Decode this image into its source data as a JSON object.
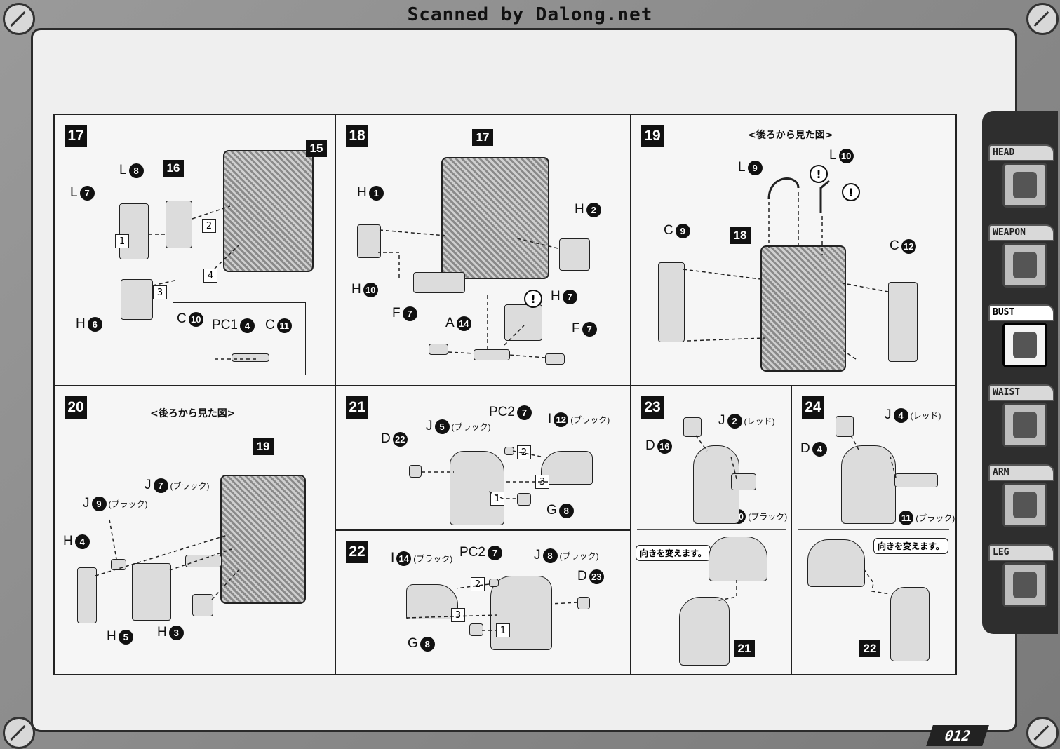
{
  "header": {
    "scan_credit": "Scanned by Dalong.net"
  },
  "page_number": "012",
  "sidebar": {
    "tabs": [
      {
        "label": "HEAD",
        "active": false,
        "icon": "head-icon"
      },
      {
        "label": "WEAPON",
        "active": false,
        "icon": "weapon-icon"
      },
      {
        "label": "BUST",
        "active": true,
        "icon": "bust-icon"
      },
      {
        "label": "WAIST",
        "active": false,
        "icon": "waist-icon"
      },
      {
        "label": "ARM",
        "active": false,
        "icon": "arm-icon"
      },
      {
        "label": "LEG",
        "active": false,
        "icon": "leg-icon"
      }
    ]
  },
  "steps": {
    "s17": {
      "number": "17",
      "ref": "15",
      "ref2": "16",
      "callouts": {
        "a": {
          "letter": "L",
          "num": "8"
        },
        "b": {
          "letter": "L",
          "num": "7"
        },
        "c": {
          "letter": "H",
          "num": "6"
        },
        "d": {
          "letter": "C",
          "num": "10"
        },
        "e": {
          "letter": "PC1",
          "num": "4"
        },
        "f": {
          "letter": "C",
          "num": "11"
        }
      },
      "seq": [
        "1",
        "2",
        "3",
        "4"
      ]
    },
    "s18": {
      "number": "18",
      "ref": "17",
      "callouts": {
        "a": {
          "letter": "H",
          "num": "1"
        },
        "b": {
          "letter": "H",
          "num": "2"
        },
        "c": {
          "letter": "H",
          "num": "10"
        },
        "d": {
          "letter": "F",
          "num": "7"
        },
        "e": {
          "letter": "A",
          "num": "14"
        },
        "f": {
          "letter": "H",
          "num": "7"
        },
        "g": {
          "letter": "F",
          "num": "7"
        }
      },
      "warn": "!"
    },
    "s19": {
      "number": "19",
      "caption": "<後ろから見た図>",
      "ref": "18",
      "callouts": {
        "a": {
          "letter": "L",
          "num": "9"
        },
        "b": {
          "letter": "L",
          "num": "10"
        },
        "c": {
          "letter": "C",
          "num": "9"
        },
        "d": {
          "letter": "C",
          "num": "12"
        }
      },
      "warn": "!"
    },
    "s20": {
      "number": "20",
      "caption": "<後ろから見た図>",
      "ref": "19",
      "callouts": {
        "a": {
          "letter": "J",
          "num": "7",
          "color": "(ブラック)"
        },
        "b": {
          "letter": "J",
          "num": "9",
          "color": "(ブラック)"
        },
        "c": {
          "letter": "H",
          "num": "4"
        },
        "d": {
          "letter": "H",
          "num": "5"
        },
        "e": {
          "letter": "H",
          "num": "3"
        }
      }
    },
    "s21": {
      "number": "21",
      "callouts": {
        "a": {
          "letter": "PC2",
          "num": "7"
        },
        "b": {
          "letter": "J",
          "num": "5",
          "color": "(ブラック)"
        },
        "c": {
          "letter": "I",
          "num": "12",
          "color": "(ブラック)"
        },
        "d": {
          "letter": "D",
          "num": "22"
        },
        "e": {
          "letter": "G",
          "num": "8"
        }
      },
      "seq": [
        "1",
        "2",
        "3"
      ]
    },
    "s22": {
      "number": "22",
      "callouts": {
        "a": {
          "letter": "I",
          "num": "14",
          "color": "(ブラック)"
        },
        "b": {
          "letter": "PC2",
          "num": "7"
        },
        "c": {
          "letter": "J",
          "num": "8",
          "color": "(ブラック)"
        },
        "d": {
          "letter": "D",
          "num": "23"
        },
        "e": {
          "letter": "G",
          "num": "8"
        }
      },
      "seq": [
        "1",
        "2",
        "3"
      ]
    },
    "s23": {
      "number": "23",
      "ref": "21",
      "note": "向きを変えます。",
      "callouts": {
        "a": {
          "letter": "J",
          "num": "2",
          "color": "(レッド)"
        },
        "b": {
          "letter": "D",
          "num": "16"
        },
        "c": {
          "letter": "I",
          "num": "10",
          "color": "(ブラック)"
        }
      }
    },
    "s24": {
      "number": "24",
      "ref": "22",
      "note": "向きを変えます。",
      "callouts": {
        "a": {
          "letter": "J",
          "num": "4",
          "color": "(レッド)"
        },
        "b": {
          "letter": "D",
          "num": "4"
        },
        "c": {
          "letter": "I",
          "num": "11",
          "color": "(ブラック)"
        }
      }
    }
  }
}
